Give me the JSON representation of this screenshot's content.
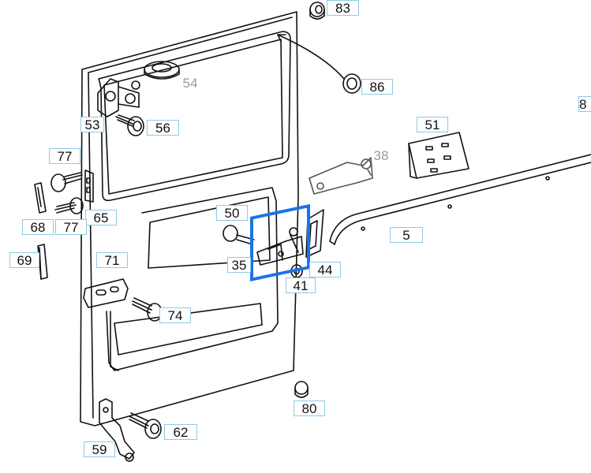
{
  "highlight": {
    "color": "#1a73e8",
    "part": "35"
  },
  "callouts": {
    "p83": "83",
    "p54": "54",
    "p86": "86",
    "p53": "53",
    "p56": "56",
    "p51": "51",
    "p38": "38",
    "p77a": "77",
    "p77b": "77",
    "p65": "65",
    "p68": "68",
    "p50": "50",
    "p5": "5",
    "p69": "69",
    "p71": "71",
    "p35": "35",
    "p44": "44",
    "p41": "41",
    "p74": "74",
    "p80": "80",
    "p62": "62",
    "p59": "59",
    "p8": "8"
  }
}
